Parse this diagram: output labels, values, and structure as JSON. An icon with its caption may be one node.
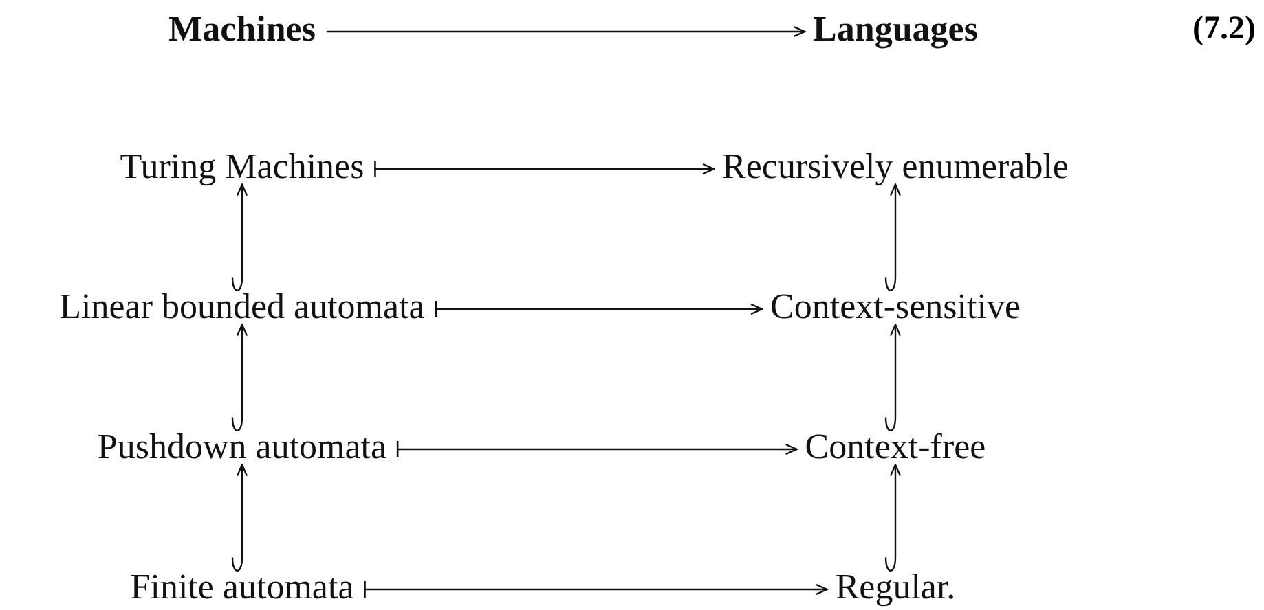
{
  "diagram": {
    "nodes": [
      {
        "text": [
          "Machines"
        ]
      },
      {
        "text": [
          "Languages"
        ]
      },
      {
        "text": [
          "Turing Machines"
        ]
      },
      {
        "text": [
          "Recursively enumerable"
        ]
      },
      {
        "text": [
          "Linear bounded automata"
        ]
      },
      {
        "text": [
          "Context-sensitive"
        ]
      },
      {
        "text": [
          "Pushdown automata"
        ]
      },
      {
        "text": [
          "Context-free"
        ]
      },
      {
        "text": [
          "Finite automata"
        ]
      },
      {
        "text": [
          "Regular."
        ]
      }
    ],
    "edges": [
      {
        "from": 0,
        "to": 1,
        "arrow": "to"
      },
      {
        "from": 2,
        "to": 3,
        "arrow": "to"
      },
      {
        "from": 4,
        "to": 2,
        "arrow": "to"
      },
      {
        "from": 4,
        "to": 5,
        "arrow": "to"
      },
      {
        "from": 6,
        "to": 4,
        "arrow": "to"
      },
      {
        "from": 5,
        "to": 3,
        "arrow": "to"
      },
      {
        "from": 6,
        "to": 7,
        "arrow": "to"
      },
      {
        "from": 8,
        "to": 6,
        "arrow": "to"
      },
      {
        "from": 7,
        "to": 5,
        "arrow": "to"
      },
      {
        "from": 8,
        "to": 9,
        "arrow": "to"
      },
      {
        "from": 9,
        "to": 7,
        "arrow": "to"
      }
    ],
    "labels": [
      "(7.2)"
    ]
  }
}
